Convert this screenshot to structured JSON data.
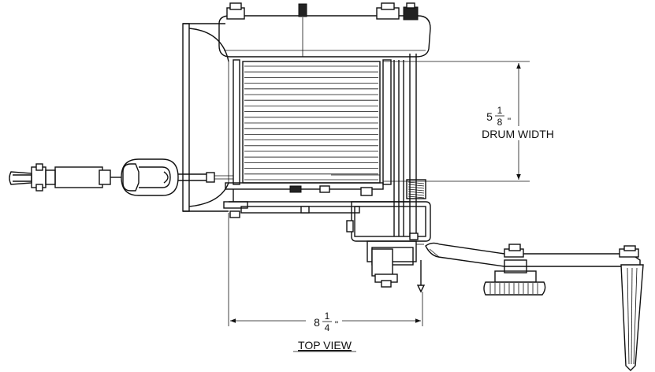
{
  "dimensions": {
    "drum_width": {
      "whole": "5",
      "numerator": "1",
      "denominator": "8",
      "unit": "\"",
      "label": "DRUM WIDTH"
    },
    "overall_width": {
      "whole": "8",
      "numerator": "1",
      "denominator": "4",
      "unit": "\""
    }
  },
  "view_label": "TOP VIEW",
  "colors": {
    "line": "#111111",
    "background": "#ffffff"
  }
}
